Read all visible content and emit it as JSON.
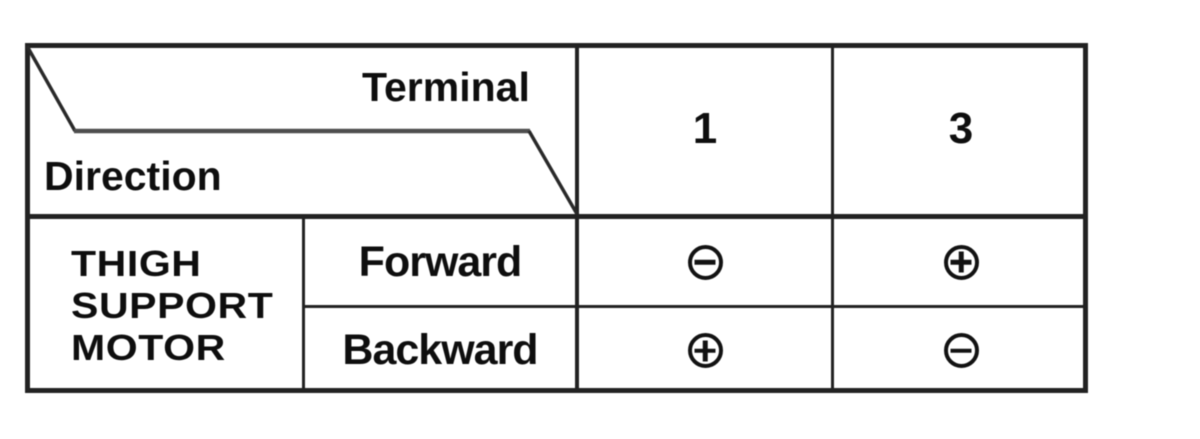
{
  "table": {
    "corner": {
      "column_axis_label": "Terminal",
      "row_axis_label": "Direction"
    },
    "column_headers": [
      "1",
      "3"
    ],
    "row_group_label": "THIGH SUPPORT MOTOR",
    "row_group_lines": [
      "THIGH",
      "SUPPORT",
      "MOTOR"
    ],
    "rows": [
      {
        "direction": "Forward",
        "values": [
          "minus",
          "plus"
        ]
      },
      {
        "direction": "Backward",
        "values": [
          "plus",
          "minus"
        ]
      }
    ],
    "icons": {
      "plus": "⊕",
      "minus": "⊖"
    }
  },
  "colors": {
    "line": "#242424",
    "text": "#101010",
    "background": "#ffffff"
  }
}
